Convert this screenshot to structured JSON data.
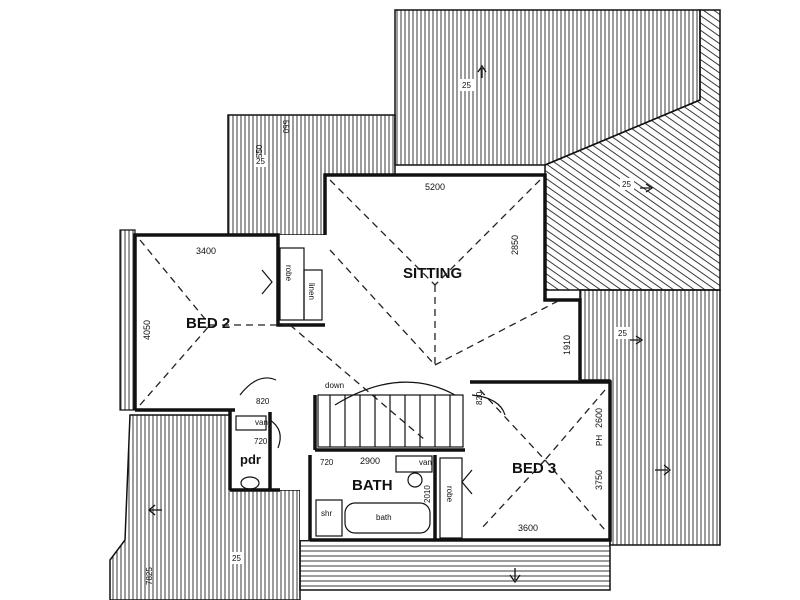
{
  "colors": {
    "ink": "#111111",
    "paper": "#ffffff",
    "roof_hatch": "#3a3a3a"
  },
  "rooms": {
    "sitting": "SITTING",
    "bed2": "BED 2",
    "bed3": "BED 3",
    "bath": "BATH",
    "pdr": "pdr"
  },
  "fixtures": {
    "robe_left": "robe",
    "linen": "linen",
    "robe_right": "robe",
    "van_pdr": "van",
    "van_bath": "van",
    "bath_tub": "bath",
    "shower": "shr",
    "stair_down": "down",
    "ph": "PH"
  },
  "dimensions": {
    "sitting_width": "5200",
    "sitting_depth": "2850",
    "bed2_width": "3400",
    "bed2_depth": "4050",
    "door_bed2": "820",
    "door_bed3": "820",
    "pdr_door": "720",
    "bath_door": "720",
    "bath_width": "2900",
    "bath_robe_dim": "2010",
    "bed3_depth": "3750",
    "ph_dim": "2600",
    "bed3_width": "3600",
    "passage": "1910"
  },
  "roof": {
    "pitch_labels": [
      "25",
      "25",
      "25",
      "25",
      "25"
    ],
    "eave_labels": [
      "550",
      "550",
      "7825"
    ]
  }
}
